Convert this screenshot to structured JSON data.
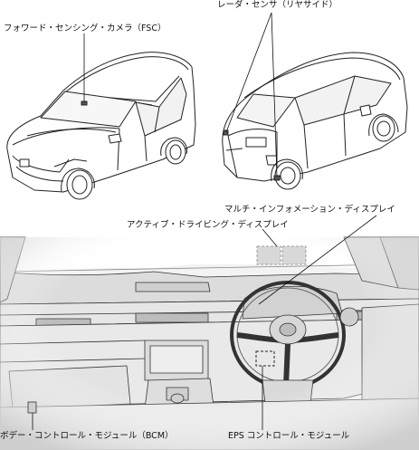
{
  "labels": {
    "fsc_camera": "フォワード・センシング・カメラ（FSC）",
    "radar_sensor": "レーダ・センサ（リヤサイド）",
    "multi_info_display": "マルチ・インフォメーション・ディスプレイ",
    "active_driving_display": "アクティブ・ドライビング・ディスプレイ",
    "bcm": "ボデー・コントロール・モジュール（BCM）",
    "eps_module": "EPS コントロール・モジュール"
  },
  "colors": {
    "line": "#222222",
    "highlight_fill": "#d6d6d6",
    "dash_panel": "#e4e4e4"
  }
}
